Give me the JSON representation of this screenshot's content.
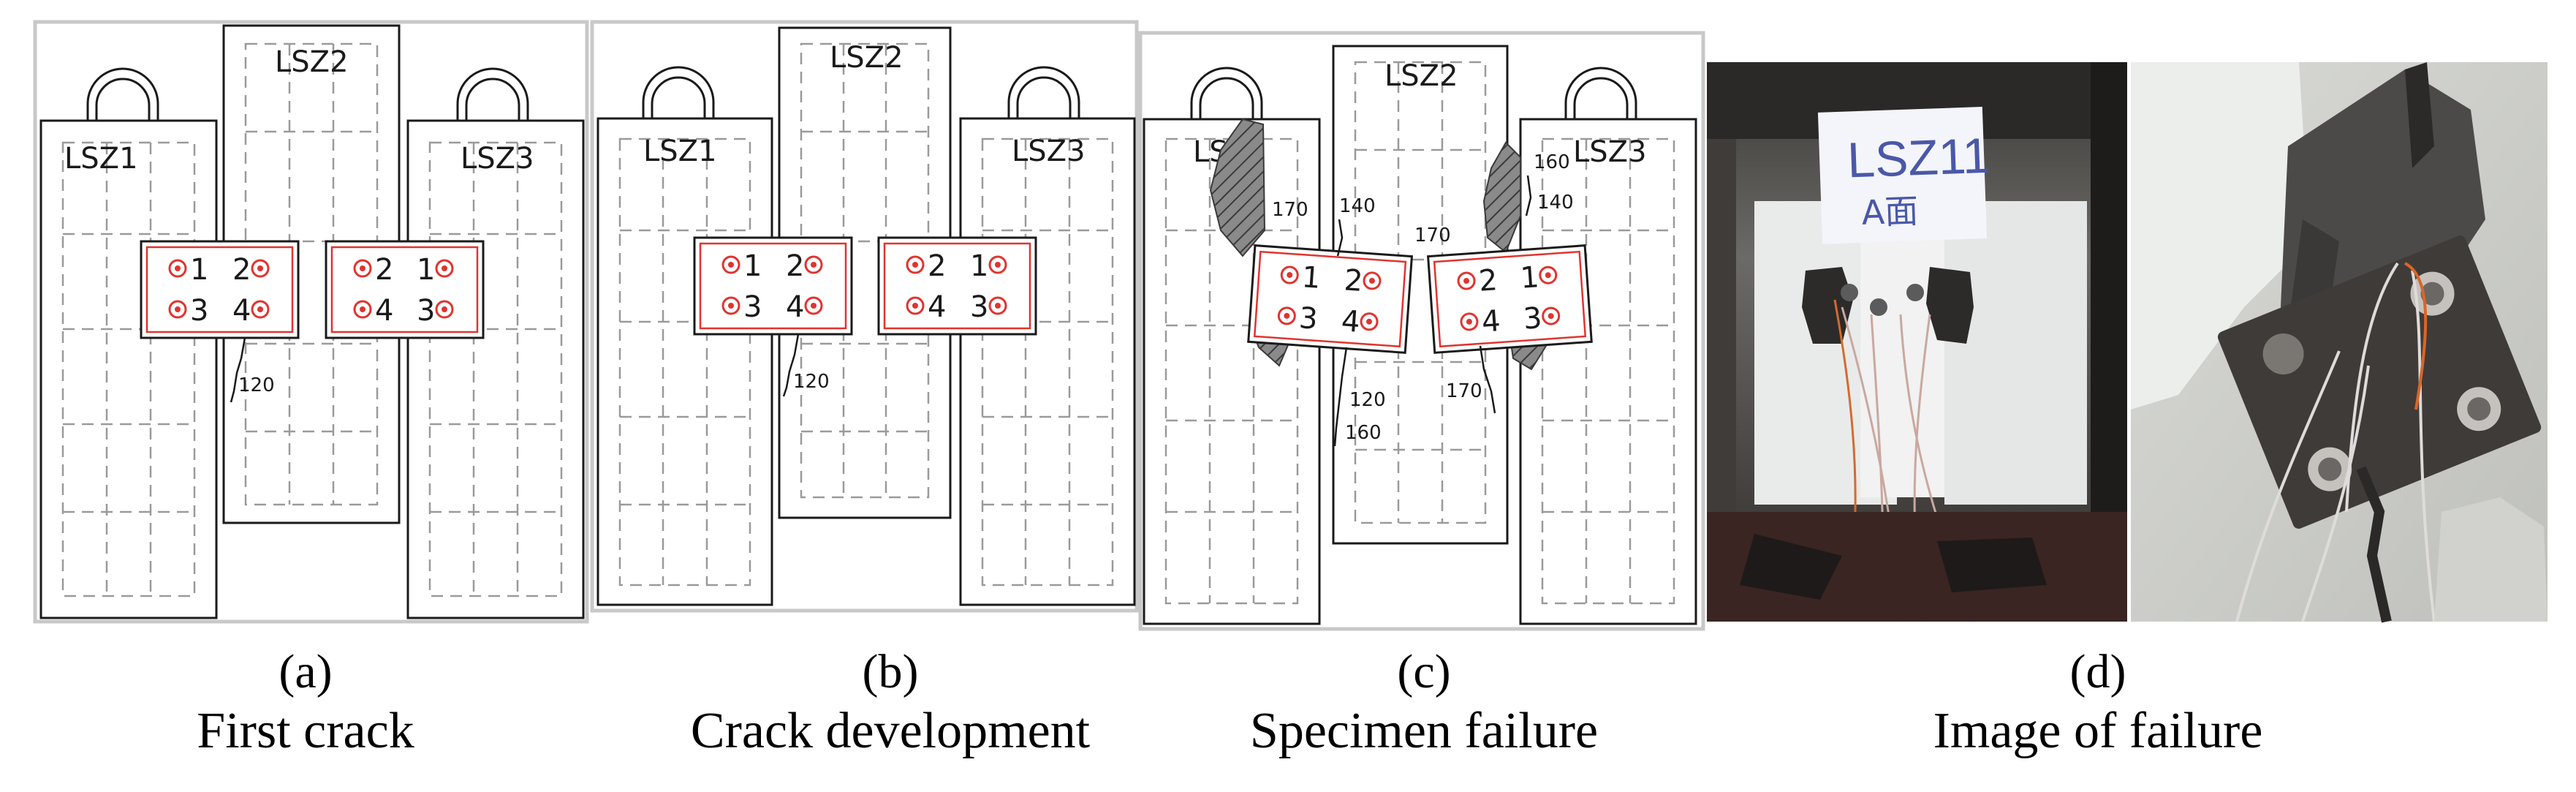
{
  "panels": [
    {
      "id": "a",
      "letter": "(a)",
      "caption": "First crack",
      "specimens": [
        "LSZ1",
        "LSZ2",
        "LSZ3"
      ],
      "bolt_numbers": {
        "left": [
          "1",
          "2",
          "3",
          "4"
        ],
        "right": [
          "2",
          "1",
          "4",
          "3"
        ]
      },
      "crack_labels": [
        "120"
      ]
    },
    {
      "id": "b",
      "letter": "(b)",
      "caption": "Crack development",
      "specimens": [
        "LSZ1",
        "LSZ2",
        "LSZ3"
      ],
      "bolt_numbers": {
        "left": [
          "1",
          "2",
          "3",
          "4"
        ],
        "right": [
          "2",
          "1",
          "4",
          "3"
        ]
      },
      "crack_labels": [
        "120"
      ]
    },
    {
      "id": "c",
      "letter": "(c)",
      "caption": "Specimen failure",
      "specimens": [
        "LSZ1",
        "LSZ2",
        "LSZ3"
      ],
      "bolt_numbers": {
        "left": [
          "1",
          "2",
          "3",
          "4"
        ],
        "right": [
          "2",
          "1",
          "4",
          "3"
        ]
      },
      "crack_labels": [
        "170",
        "140",
        "170",
        "160",
        "140",
        "120",
        "160",
        "170"
      ]
    },
    {
      "id": "d",
      "letter": "(d)",
      "caption": "Image of failure",
      "photo_text": "LSZ11",
      "photo_subtext": "A面"
    }
  ],
  "colors": {
    "outline": "#1a1a1a",
    "dash": "#9a9a9a",
    "bolt": "#e0342f",
    "frame": "#c8c8c8",
    "crack_fill": "#6f6f6f"
  }
}
